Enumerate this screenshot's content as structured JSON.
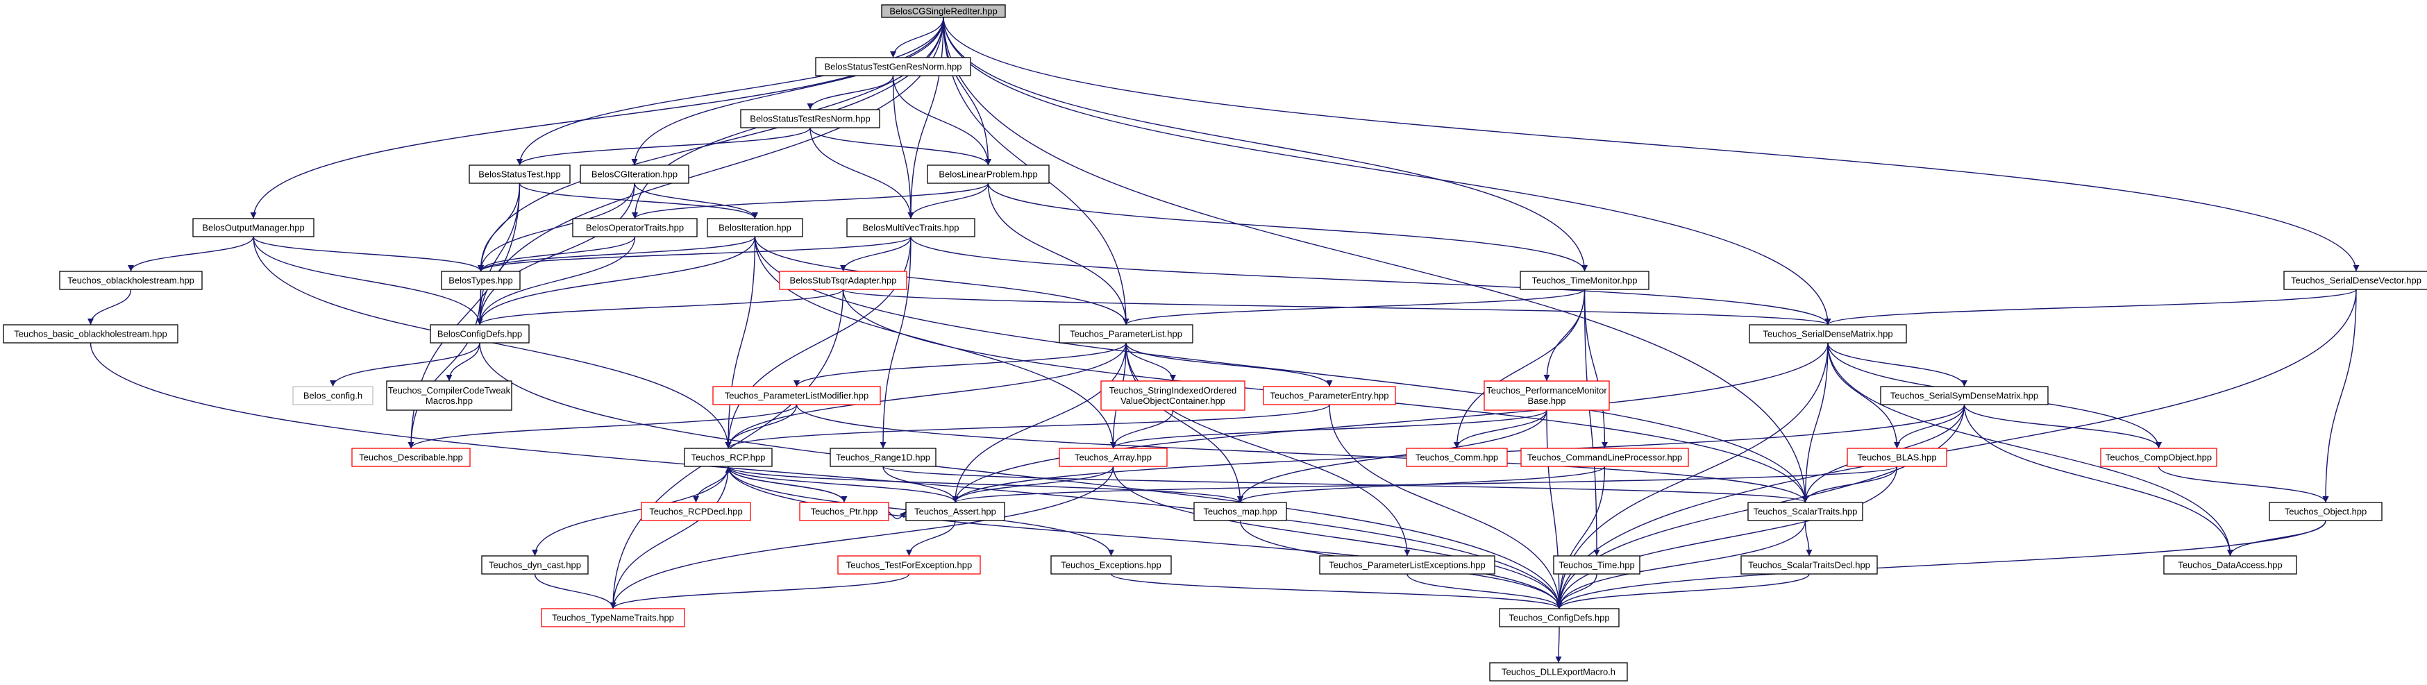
{
  "colors": {
    "edge": "#191970",
    "border_default": "#000000",
    "border_red": "#ff0000",
    "border_gray": "#bfbfbf",
    "root_fill": "#bfbfbf",
    "fill": "#ffffff"
  },
  "nodes": {
    "root": {
      "label": "BelosCGSingleRedIter.hpp",
      "style": "root"
    },
    "statusTestGenResNorm": {
      "label": "BelosStatusTestGenResNorm.hpp",
      "style": "default"
    },
    "statusTestResNorm": {
      "label": "BelosStatusTestResNorm.hpp",
      "style": "default"
    },
    "statusTest": {
      "label": "BelosStatusTest.hpp",
      "style": "default"
    },
    "cgIteration": {
      "label": "BelosCGIteration.hpp",
      "style": "default"
    },
    "linearProblem": {
      "label": "BelosLinearProblem.hpp",
      "style": "default"
    },
    "outputManager": {
      "label": "BelosOutputManager.hpp",
      "style": "default"
    },
    "operatorTraits": {
      "label": "BelosOperatorTraits.hpp",
      "style": "default"
    },
    "iteration": {
      "label": "BelosIteration.hpp",
      "style": "default"
    },
    "multiVecTraits": {
      "label": "BelosMultiVecTraits.hpp",
      "style": "default"
    },
    "oblackhole": {
      "label": "Teuchos_oblackholestream.hpp",
      "style": "default"
    },
    "belosTypes": {
      "label": "BelosTypes.hpp",
      "style": "default"
    },
    "stubTsqr": {
      "label": "BelosStubTsqrAdapter.hpp",
      "style": "red"
    },
    "timeMonitor": {
      "label": "Teuchos_TimeMonitor.hpp",
      "style": "default"
    },
    "serialDenseVector": {
      "label": "Teuchos_SerialDenseVector.hpp",
      "style": "default"
    },
    "basicOblackhole": {
      "label": "Teuchos_basic_oblackholestream.hpp",
      "style": "default"
    },
    "configDefsBelos": {
      "label": "BelosConfigDefs.hpp",
      "style": "default"
    },
    "parameterList": {
      "label": "Teuchos_ParameterList.hpp",
      "style": "default"
    },
    "serialDenseMatrix": {
      "label": "Teuchos_SerialDenseMatrix.hpp",
      "style": "default"
    },
    "belosConfigH": {
      "label": "Belos_config.h",
      "style": "gray"
    },
    "compilerCodeTweak": {
      "label": "Teuchos_CompilerCodeTweak\nMacros.hpp",
      "style": "default"
    },
    "paramListModifier": {
      "label": "Teuchos_ParameterListModifier.hpp",
      "style": "red"
    },
    "stringIndexed": {
      "label": "Teuchos_StringIndexedOrdered\nValueObjectContainer.hpp",
      "style": "red"
    },
    "parameterEntry": {
      "label": "Teuchos_ParameterEntry.hpp",
      "style": "red"
    },
    "perfMonitor": {
      "label": "Teuchos_PerformanceMonitor\nBase.hpp",
      "style": "red"
    },
    "serialSymDense": {
      "label": "Teuchos_SerialSymDenseMatrix.hpp",
      "style": "default"
    },
    "describable": {
      "label": "Teuchos_Describable.hpp",
      "style": "red"
    },
    "rcp": {
      "label": "Teuchos_RCP.hpp",
      "style": "default"
    },
    "range1d": {
      "label": "Teuchos_Range1D.hpp",
      "style": "default"
    },
    "array": {
      "label": "Teuchos_Array.hpp",
      "style": "red"
    },
    "comm": {
      "label": "Teuchos_Comm.hpp",
      "style": "red"
    },
    "cmdLine": {
      "label": "Teuchos_CommandLineProcessor.hpp",
      "style": "red"
    },
    "blas": {
      "label": "Teuchos_BLAS.hpp",
      "style": "red"
    },
    "compObject": {
      "label": "Teuchos_CompObject.hpp",
      "style": "red"
    },
    "rcpDecl": {
      "label": "Teuchos_RCPDecl.hpp",
      "style": "red"
    },
    "ptr": {
      "label": "Teuchos_Ptr.hpp",
      "style": "red"
    },
    "assert": {
      "label": "Teuchos_Assert.hpp",
      "style": "default"
    },
    "map": {
      "label": "Teuchos_map.hpp",
      "style": "default"
    },
    "scalarTraits": {
      "label": "Teuchos_ScalarTraits.hpp",
      "style": "default"
    },
    "object": {
      "label": "Teuchos_Object.hpp",
      "style": "default"
    },
    "dynCast": {
      "label": "Teuchos_dyn_cast.hpp",
      "style": "default"
    },
    "testForException": {
      "label": "Teuchos_TestForException.hpp",
      "style": "red"
    },
    "exceptions": {
      "label": "Teuchos_Exceptions.hpp",
      "style": "default"
    },
    "paramListExceptions": {
      "label": "Teuchos_ParameterListExceptions.hpp",
      "style": "default"
    },
    "time": {
      "label": "Teuchos_Time.hpp",
      "style": "default"
    },
    "scalarTraitsDecl": {
      "label": "Teuchos_ScalarTraitsDecl.hpp",
      "style": "default"
    },
    "dataAccess": {
      "label": "Teuchos_DataAccess.hpp",
      "style": "default"
    },
    "typeNameTraits": {
      "label": "Teuchos_TypeNameTraits.hpp",
      "style": "red"
    },
    "configDefs": {
      "label": "Teuchos_ConfigDefs.hpp",
      "style": "default"
    },
    "dllExport": {
      "label": "Teuchos_DLLExportMacro.h",
      "style": "default"
    }
  },
  "edges": [
    [
      "root",
      "statusTestGenResNorm"
    ],
    [
      "root",
      "linearProblem"
    ],
    [
      "root",
      "multiVecTraits"
    ],
    [
      "root",
      "statusTest"
    ],
    [
      "root",
      "cgIteration"
    ],
    [
      "root",
      "outputManager"
    ],
    [
      "root",
      "operatorTraits"
    ],
    [
      "root",
      "belosTypes"
    ],
    [
      "root",
      "configDefsBelos"
    ],
    [
      "root",
      "timeMonitor"
    ],
    [
      "root",
      "parameterList"
    ],
    [
      "root",
      "serialDenseMatrix"
    ],
    [
      "root",
      "serialDenseVector"
    ],
    [
      "root",
      "scalarTraits"
    ],
    [
      "statusTestGenResNorm",
      "statusTestResNorm"
    ],
    [
      "statusTestGenResNorm",
      "linearProblem"
    ],
    [
      "statusTestGenResNorm",
      "multiVecTraits"
    ],
    [
      "statusTestResNorm",
      "statusTest"
    ],
    [
      "statusTestResNorm",
      "multiVecTraits"
    ],
    [
      "statusTestResNorm",
      "linearProblem"
    ],
    [
      "statusTest",
      "iteration"
    ],
    [
      "statusTest",
      "belosTypes"
    ],
    [
      "statusTest",
      "configDefsBelos"
    ],
    [
      "statusTest",
      "describable"
    ],
    [
      "cgIteration",
      "iteration"
    ],
    [
      "cgIteration",
      "belosTypes"
    ],
    [
      "cgIteration",
      "configDefsBelos"
    ],
    [
      "linearProblem",
      "multiVecTraits"
    ],
    [
      "linearProblem",
      "operatorTraits"
    ],
    [
      "linearProblem",
      "parameterList"
    ],
    [
      "linearProblem",
      "timeMonitor"
    ],
    [
      "outputManager",
      "oblackhole"
    ],
    [
      "outputManager",
      "belosTypes"
    ],
    [
      "outputManager",
      "configDefsBelos"
    ],
    [
      "outputManager",
      "rcp"
    ],
    [
      "operatorTraits",
      "belosTypes"
    ],
    [
      "operatorTraits",
      "configDefsBelos"
    ],
    [
      "iteration",
      "belosTypes"
    ],
    [
      "iteration",
      "configDefsBelos"
    ],
    [
      "iteration",
      "parameterList"
    ],
    [
      "iteration",
      "rcp"
    ],
    [
      "iteration",
      "array"
    ],
    [
      "iteration",
      "scalarTraits"
    ],
    [
      "multiVecTraits",
      "belosTypes"
    ],
    [
      "multiVecTraits",
      "stubTsqr"
    ],
    [
      "multiVecTraits",
      "serialDenseMatrix"
    ],
    [
      "multiVecTraits",
      "range1d"
    ],
    [
      "multiVecTraits",
      "rcp"
    ],
    [
      "oblackhole",
      "basicOblackhole"
    ],
    [
      "basicOblackhole",
      "configDefs"
    ],
    [
      "belosTypes",
      "configDefsBelos"
    ],
    [
      "belosTypes",
      "describable"
    ],
    [
      "stubTsqr",
      "configDefsBelos"
    ],
    [
      "stubTsqr",
      "serialDenseMatrix"
    ],
    [
      "stubTsqr",
      "typeNameTraits"
    ],
    [
      "stubTsqr",
      "scalarTraits"
    ],
    [
      "configDefsBelos",
      "belosConfigH"
    ],
    [
      "configDefsBelos",
      "compilerCodeTweak"
    ],
    [
      "configDefsBelos",
      "configDefs"
    ],
    [
      "timeMonitor",
      "parameterList"
    ],
    [
      "timeMonitor",
      "perfMonitor"
    ],
    [
      "timeMonitor",
      "time"
    ],
    [
      "timeMonitor",
      "comm"
    ],
    [
      "timeMonitor",
      "cmdLine"
    ],
    [
      "serialDenseVector",
      "serialDenseMatrix"
    ],
    [
      "serialDenseVector",
      "object"
    ],
    [
      "serialDenseVector",
      "configDefs"
    ],
    [
      "parameterList",
      "paramListModifier"
    ],
    [
      "parameterList",
      "stringIndexed"
    ],
    [
      "parameterList",
      "parameterEntry"
    ],
    [
      "parameterList",
      "rcp"
    ],
    [
      "parameterList",
      "array"
    ],
    [
      "parameterList",
      "assert"
    ],
    [
      "parameterList",
      "map"
    ],
    [
      "parameterList",
      "paramListExceptions"
    ],
    [
      "serialDenseMatrix",
      "serialSymDense"
    ],
    [
      "serialDenseMatrix",
      "blas"
    ],
    [
      "serialDenseMatrix",
      "compObject"
    ],
    [
      "serialDenseMatrix",
      "scalarTraits"
    ],
    [
      "serialDenseMatrix",
      "dataAccess"
    ],
    [
      "serialDenseMatrix",
      "configDefs"
    ],
    [
      "serialDenseMatrix",
      "assert"
    ],
    [
      "paramListModifier",
      "rcp"
    ],
    [
      "paramListModifier",
      "describable"
    ],
    [
      "paramListModifier",
      "scalarTraits"
    ],
    [
      "stringIndexed",
      "array"
    ],
    [
      "parameterEntry",
      "rcp"
    ],
    [
      "parameterEntry",
      "configDefs"
    ],
    [
      "perfMonitor",
      "array"
    ],
    [
      "perfMonitor",
      "comm"
    ],
    [
      "perfMonitor",
      "map"
    ],
    [
      "perfMonitor",
      "configDefs"
    ],
    [
      "serialSymDense",
      "blas"
    ],
    [
      "serialSymDense",
      "compObject"
    ],
    [
      "serialSymDense",
      "scalarTraits"
    ],
    [
      "serialSymDense",
      "dataAccess"
    ],
    [
      "serialSymDense",
      "configDefs"
    ],
    [
      "serialSymDense",
      "assert"
    ],
    [
      "rcp",
      "rcpDecl"
    ],
    [
      "rcp",
      "ptr"
    ],
    [
      "rcp",
      "assert"
    ],
    [
      "rcp",
      "dynCast"
    ],
    [
      "rcp",
      "exceptions"
    ],
    [
      "rcp",
      "map"
    ],
    [
      "rcp",
      "typeNameTraits"
    ],
    [
      "rcp",
      "configDefs"
    ],
    [
      "range1d",
      "assert"
    ],
    [
      "range1d",
      "scalarTraits"
    ],
    [
      "array",
      "assert"
    ],
    [
      "array",
      "typeNameTraits"
    ],
    [
      "array",
      "configDefs"
    ],
    [
      "cmdLine",
      "map"
    ],
    [
      "cmdLine",
      "configDefs"
    ],
    [
      "blas",
      "scalarTraits"
    ],
    [
      "blas",
      "assert"
    ],
    [
      "blas",
      "configDefs"
    ],
    [
      "compObject",
      "object"
    ],
    [
      "ptr",
      "rcp"
    ],
    [
      "ptr",
      "assert"
    ],
    [
      "assert",
      "testForException"
    ],
    [
      "map",
      "configDefs"
    ],
    [
      "scalarTraits",
      "scalarTraitsDecl"
    ],
    [
      "scalarTraits",
      "configDefs"
    ],
    [
      "object",
      "dataAccess"
    ],
    [
      "object",
      "configDefs"
    ],
    [
      "dynCast",
      "typeNameTraits"
    ],
    [
      "testForException",
      "typeNameTraits"
    ],
    [
      "exceptions",
      "configDefs"
    ],
    [
      "paramListExceptions",
      "configDefs"
    ],
    [
      "time",
      "configDefs"
    ],
    [
      "scalarTraitsDecl",
      "configDefs"
    ],
    [
      "configDefs",
      "dllExport"
    ]
  ]
}
